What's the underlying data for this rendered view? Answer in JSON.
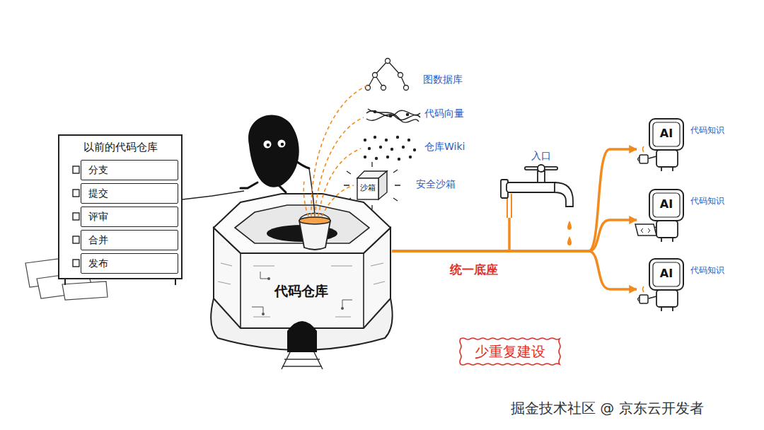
{
  "diagram": {
    "nodes": [
      {
        "text": [
          "以前的代码仓库"
        ]
      },
      {
        "text": [
          "分支"
        ],
        "in": 0
      },
      {
        "text": [
          "提交"
        ],
        "in": 0
      },
      {
        "text": [
          "评审"
        ],
        "in": 0
      },
      {
        "text": [
          "合并"
        ],
        "in": 0
      },
      {
        "text": [
          "发布"
        ],
        "in": 0
      },
      {
        "text": [
          "代码仓库"
        ]
      },
      {
        "text": [
          "沙箱"
        ]
      },
      {
        "text": [
          "入口"
        ]
      },
      {
        "text": [
          "AI",
          "代码知识"
        ]
      },
      {
        "text": [
          "AI",
          "代码知识"
        ]
      },
      {
        "text": [
          "AI",
          "代码知识"
        ]
      },
      {
        "text": [
          "少重复建设"
        ]
      }
    ],
    "edges": [
      {
        "from": 6,
        "to": 8,
        "arrow": "none",
        "label": "统一底座"
      },
      {
        "from": 6,
        "to": 9,
        "arrow": "to"
      },
      {
        "from": 6,
        "to": 10,
        "arrow": "to"
      },
      {
        "from": 6,
        "to": 11,
        "arrow": "to"
      }
    ],
    "labels": [
      "图数据库",
      "代码向量",
      "仓库Wiki",
      "安全沙箱",
      "掘金技术社区 @ 京东云开发者"
    ]
  }
}
